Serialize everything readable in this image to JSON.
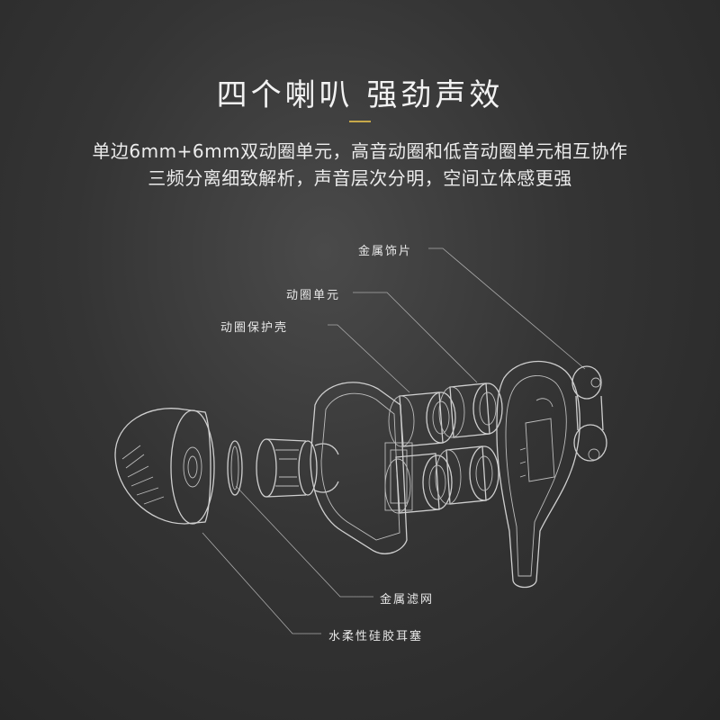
{
  "heading": {
    "title": "四个喇叭  强劲声效",
    "line1": "单边6mm+6mm双动圈单元，高音动圈和低音动圈单元相互协作",
    "line2": "三频分离细致解析，声音层次分明，空间立体感更强"
  },
  "callouts": {
    "metal_plate": "金属饰片",
    "driver_unit": "动圈单元",
    "driver_shell": "动圈保护壳",
    "metal_mesh": "金属滤网",
    "silicone_tip": "水柔性硅胶耳塞"
  },
  "colors": {
    "background": "#343434",
    "accent": "#c7a84a",
    "line": "#cfcfcf"
  }
}
